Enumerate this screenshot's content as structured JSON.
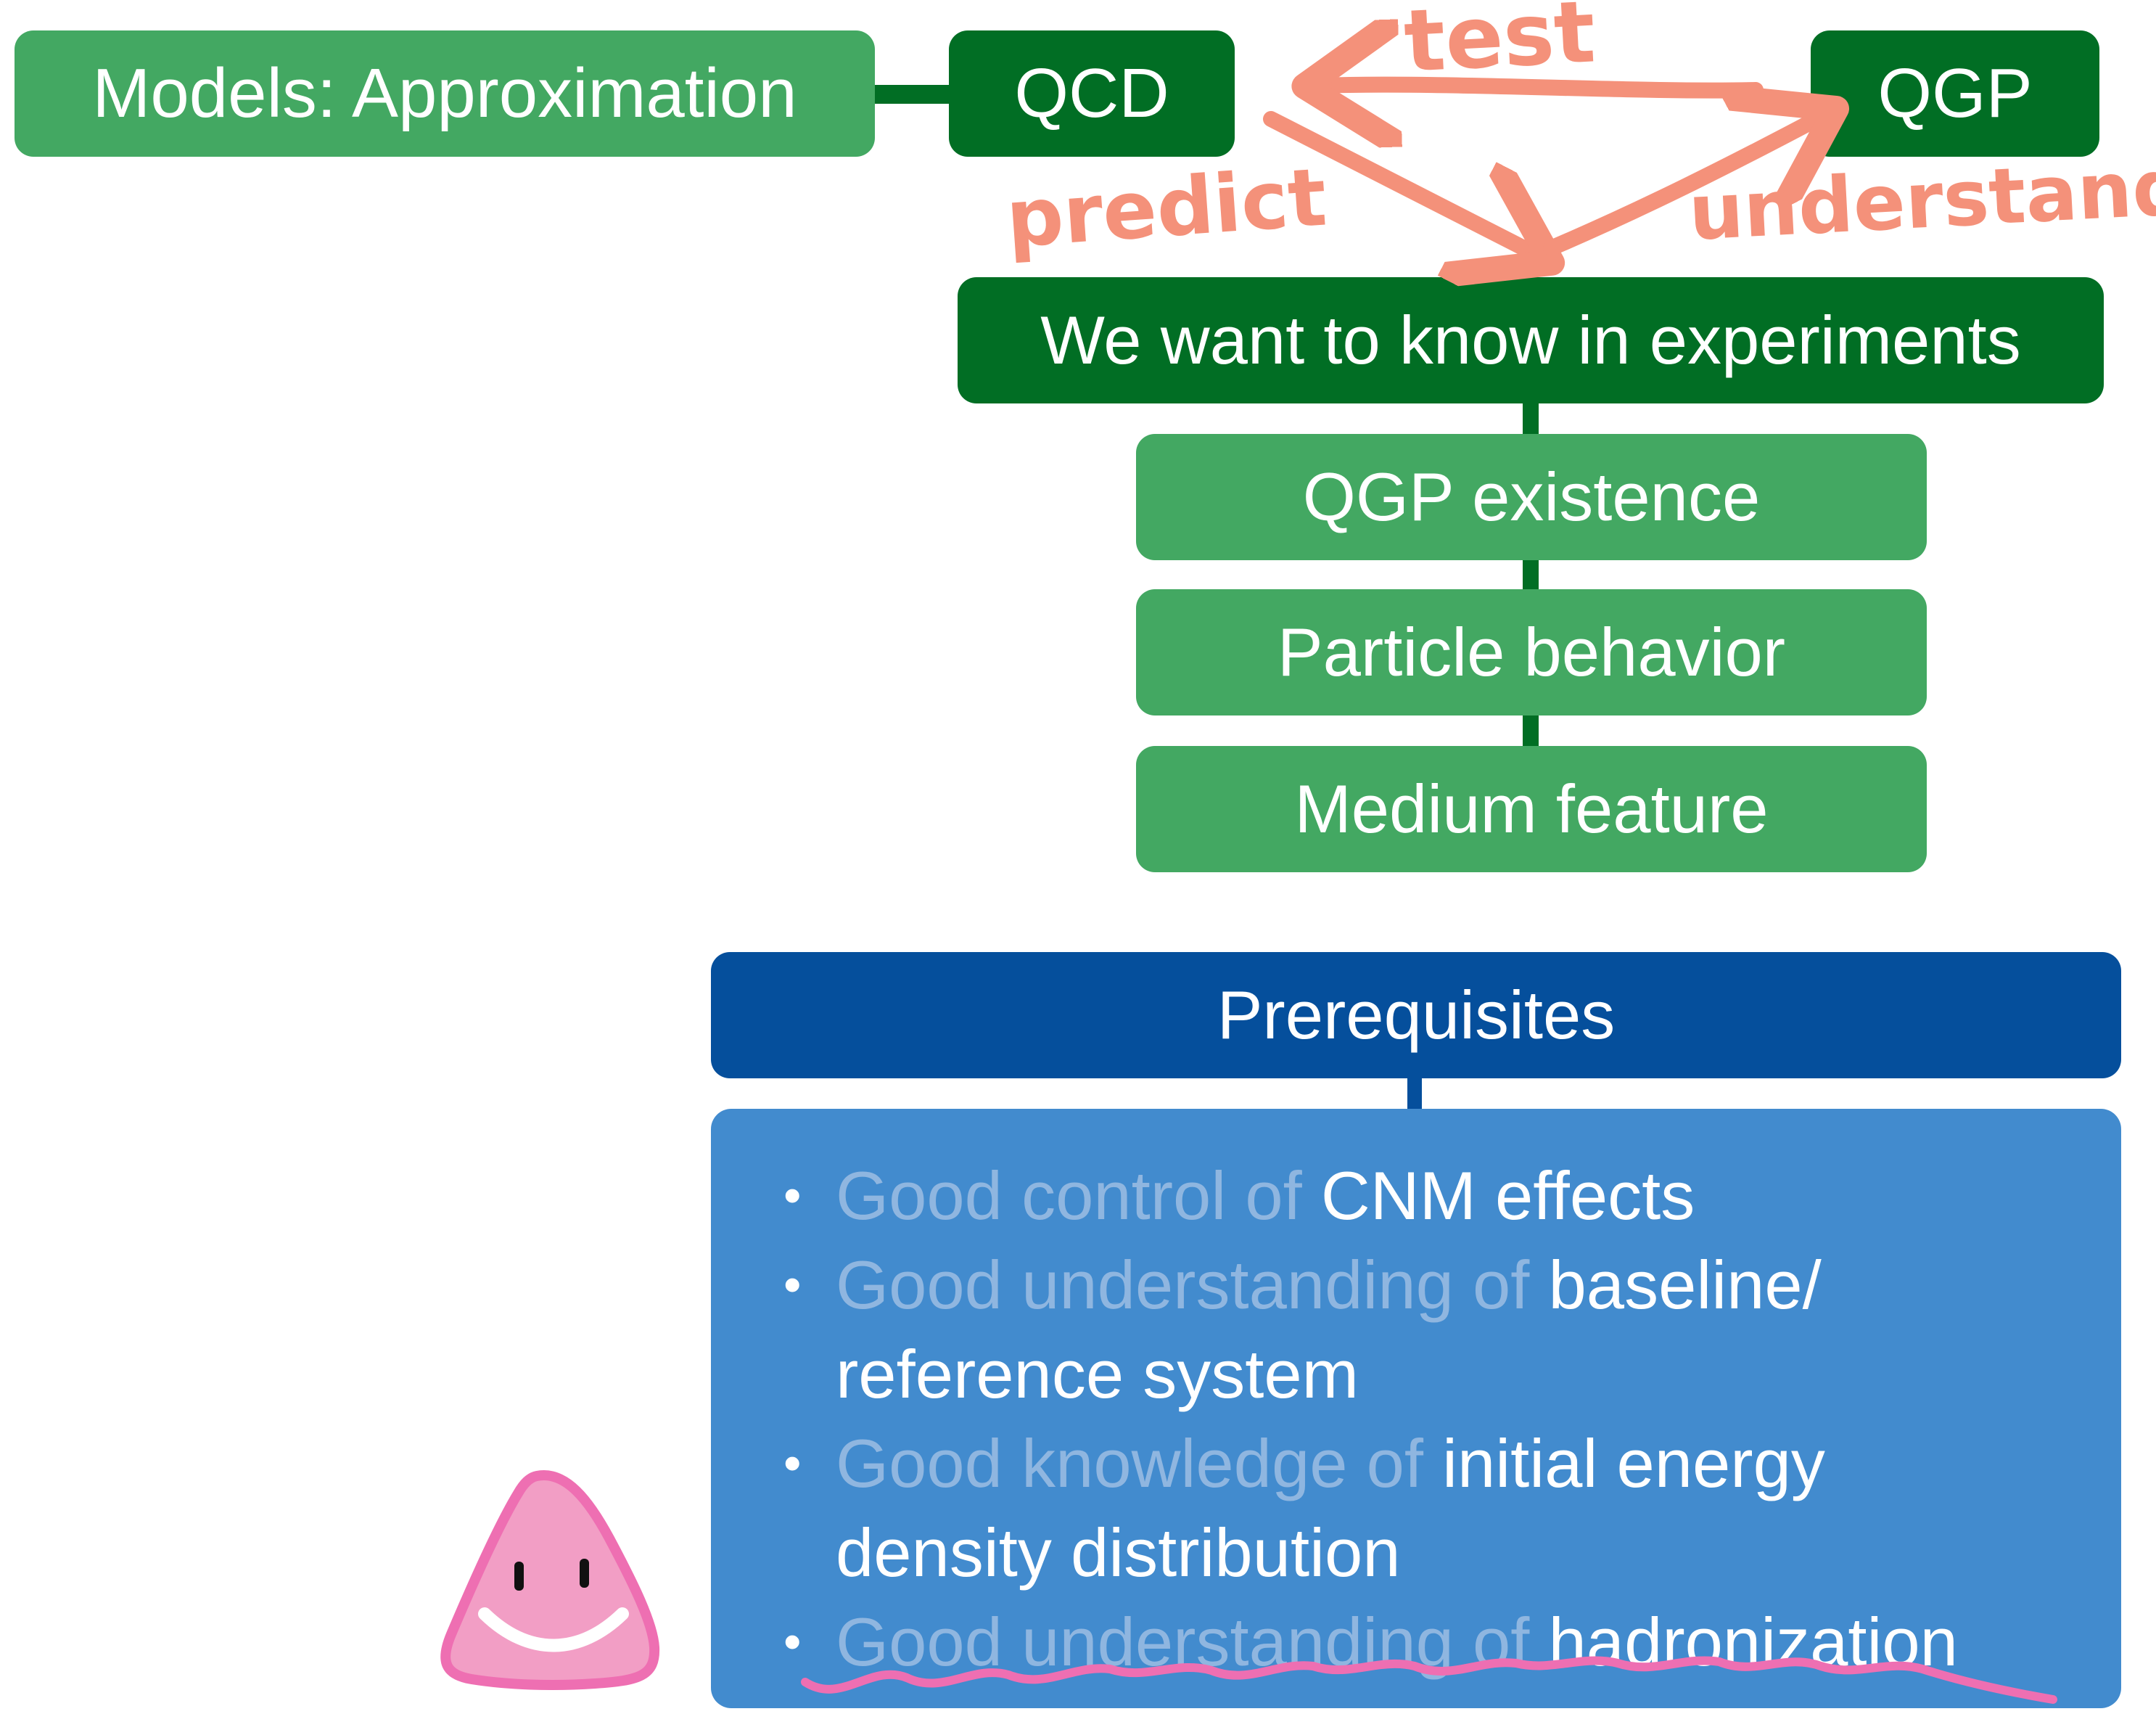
{
  "nodes": {
    "models": "Models: Approximation",
    "qcd": "QCD",
    "qgp": "QGP",
    "experiments": "We want to know in experiments",
    "goals": [
      "QGP existence",
      "Particle behavior",
      "Medium feature"
    ],
    "prerequisites": "Prerequisites"
  },
  "prerequisite_items": [
    {
      "faded": "Good control of",
      "text": " CNM effects"
    },
    {
      "faded": "Good understanding of",
      "text": " baseline/ reference system"
    },
    {
      "faded": "Good knowledge of",
      "text": " initial energy density distribution"
    },
    {
      "faded": "Good understanding of",
      "text": " hadronization"
    }
  ],
  "annotations": {
    "test": "test",
    "predict": "predict",
    "understand": "understand"
  },
  "colors": {
    "light_green": "#43a862",
    "dark_green": "#016e24",
    "dark_blue": "#054f9c",
    "mid_blue": "#428bce",
    "annotation": "#f4917a",
    "mascot_pink": "#f29ec5",
    "squiggle": "#ee6fb2"
  },
  "icons": [
    "bullet-dot",
    "smiling-triangle-mascot",
    "annotation-arrow"
  ]
}
